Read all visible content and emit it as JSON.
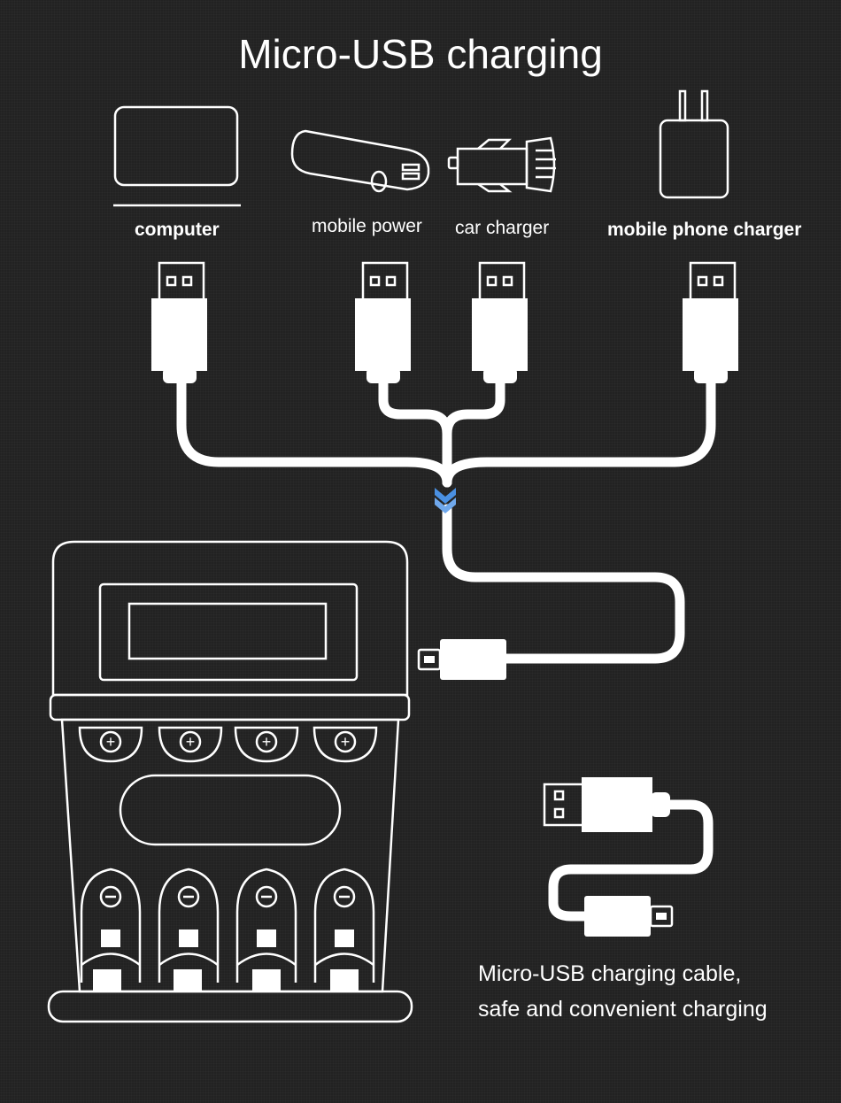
{
  "title": "Micro-USB charging",
  "sources": [
    {
      "id": "computer",
      "label": "computer",
      "icon": "computer-icon"
    },
    {
      "id": "mobile-power",
      "label": "mobile power",
      "icon": "power-bank-icon"
    },
    {
      "id": "car-charger",
      "label": "car charger",
      "icon": "car-charger-icon"
    },
    {
      "id": "phone-charger",
      "label": "mobile phone charger",
      "icon": "wall-adapter-icon"
    }
  ],
  "caption": {
    "line1": "Micro-USB charging cable,",
    "line2": "safe and convenient charging"
  },
  "device": {
    "icon": "battery-charger-icon",
    "slots": 4,
    "positive_symbol": "+",
    "negative_symbol": "−"
  },
  "colors": {
    "background": "#222222",
    "foreground": "#ffffff",
    "arrow": "#4a90e2"
  }
}
